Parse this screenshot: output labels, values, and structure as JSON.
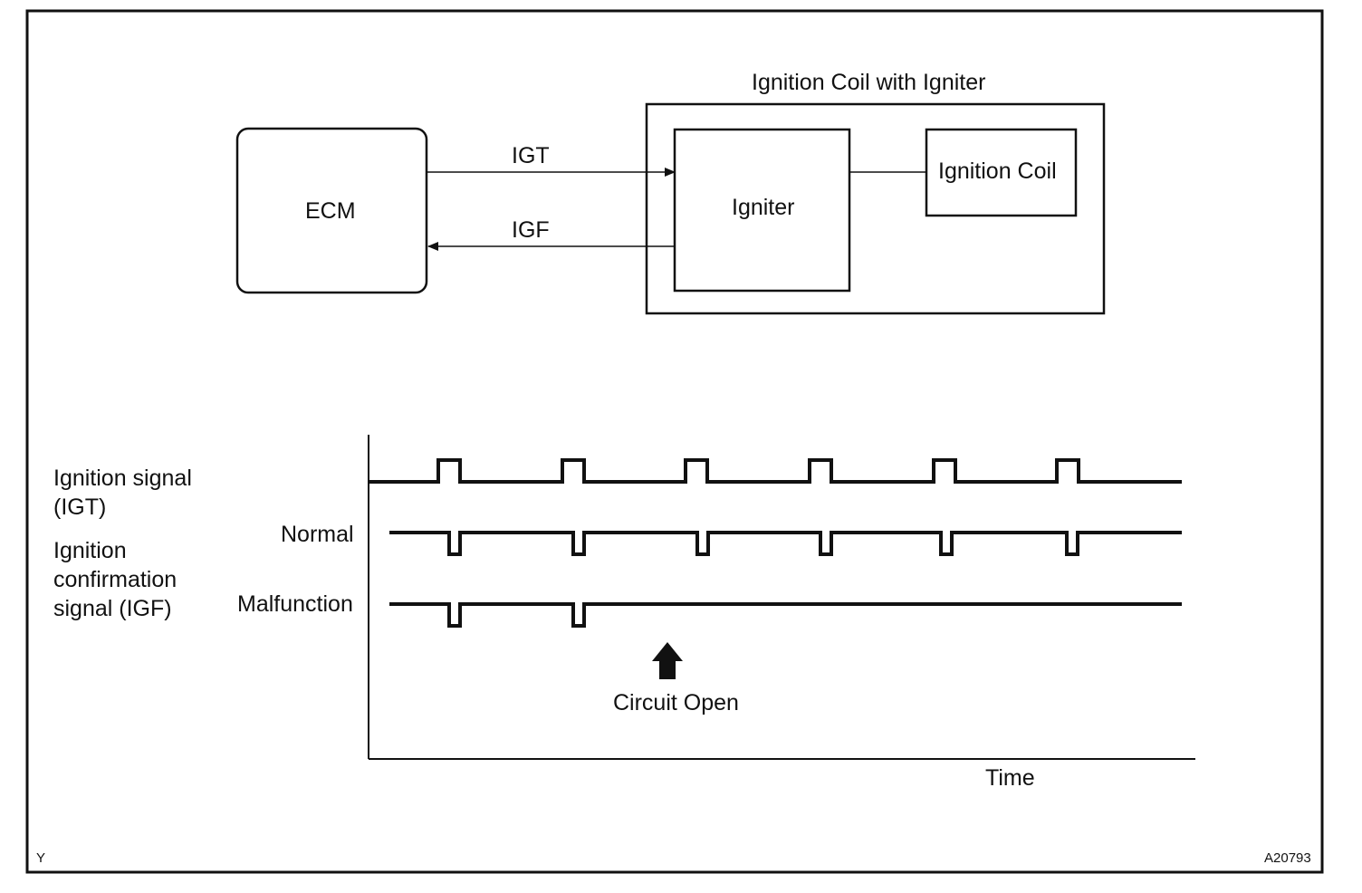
{
  "block_diagram": {
    "assembly_title": "Ignition Coil with Igniter",
    "ecm_label": "ECM",
    "igniter_label": "Igniter",
    "coil_label": "Ignition Coil",
    "igt_signal_label": "IGT",
    "igf_signal_label": "IGF"
  },
  "timing_chart": {
    "igt_row_label": "Ignition signal\n(IGT)",
    "igf_row_label": "Ignition\nconfirmation\nsignal (IGF)",
    "normal_label": "Normal",
    "malfunction_label": "Malfunction",
    "annotation": "Circuit Open",
    "x_axis_label": "Time",
    "igt_pulse_count": 6,
    "igf_normal_pulse_count": 6,
    "igf_malfunction_pulse_count": 2
  },
  "corner_left": "Y",
  "corner_right": "A20793"
}
